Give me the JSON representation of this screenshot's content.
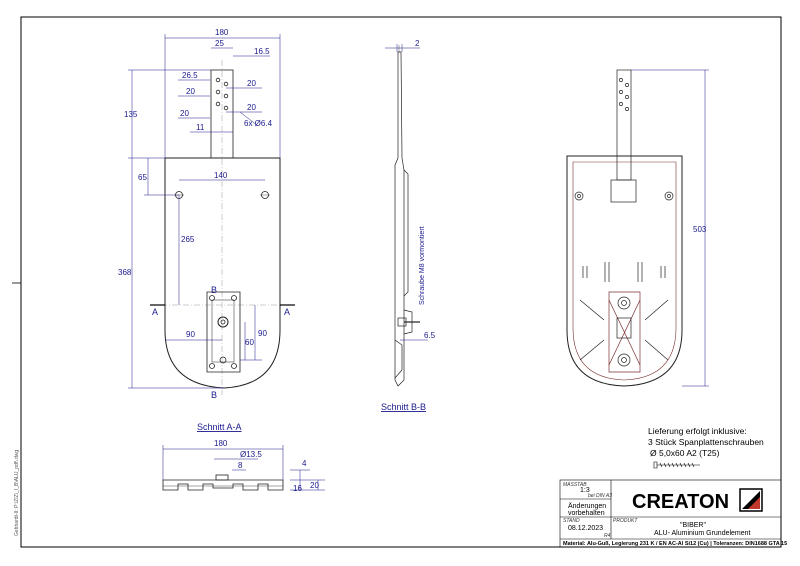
{
  "side_text": "Gebhardt-II: P:\\ZIZ\\_I_B\\ALU_pdf\\.dwg",
  "front_view": {
    "dims": {
      "w180": "180",
      "w25": "25",
      "w16_5": "16.5",
      "w26_5": "26.5",
      "w20a": "20",
      "w20b": "20",
      "w20c": "20",
      "w20d": "20",
      "w11": "11",
      "holes": "6x Ø6.4",
      "h135": "135",
      "h65": "65",
      "w140": "140",
      "h265": "265",
      "h368": "368",
      "w90a": "90",
      "h90": "90",
      "h60": "60"
    },
    "section_mark_left": "A",
    "section_mark_right": "A",
    "b_top": "B",
    "b_bottom": "B",
    "caption": "Schnitt A-A"
  },
  "side_view": {
    "dims": {
      "t2": "2",
      "t6_5": "6.5"
    },
    "screw_note": "Schraube M8 vormontiert",
    "caption": "Schnitt B-B"
  },
  "iso_view": {
    "dims": {
      "h503": "503"
    }
  },
  "section_view": {
    "dims": {
      "w180": "180",
      "d13_5": "Ø13.5",
      "w8": "8",
      "h4": "4",
      "h16": "16",
      "h20": "20"
    }
  },
  "delivery": {
    "line1": "Lieferung erfolgt inklusive:",
    "line2": "3 Stück Spanplattenschrauben",
    "line3": "Ø 5,0x60 A2 (T25)"
  },
  "title_block": {
    "massstab_label": "MASSTAB",
    "massstab_value": "1:3",
    "din_note": "bei DIN A3",
    "aenderungen1": "Änderungen",
    "aenderungen2": "vorbehalten",
    "stand_label": "STAND",
    "stand_value": "08.12.2023",
    "rev": "R4",
    "produkt_label": "PRODUKT",
    "produkt_name": "\"BIBER\"",
    "produkt_desc": "ALU- Aluminium Grundelement",
    "material_line": "Material: Alu-Guß, Legierung 231 K / EN AC-Al Si12 (Cu) | Toleranzen: DIN1688 GTA 15",
    "logo": "CREATON"
  }
}
